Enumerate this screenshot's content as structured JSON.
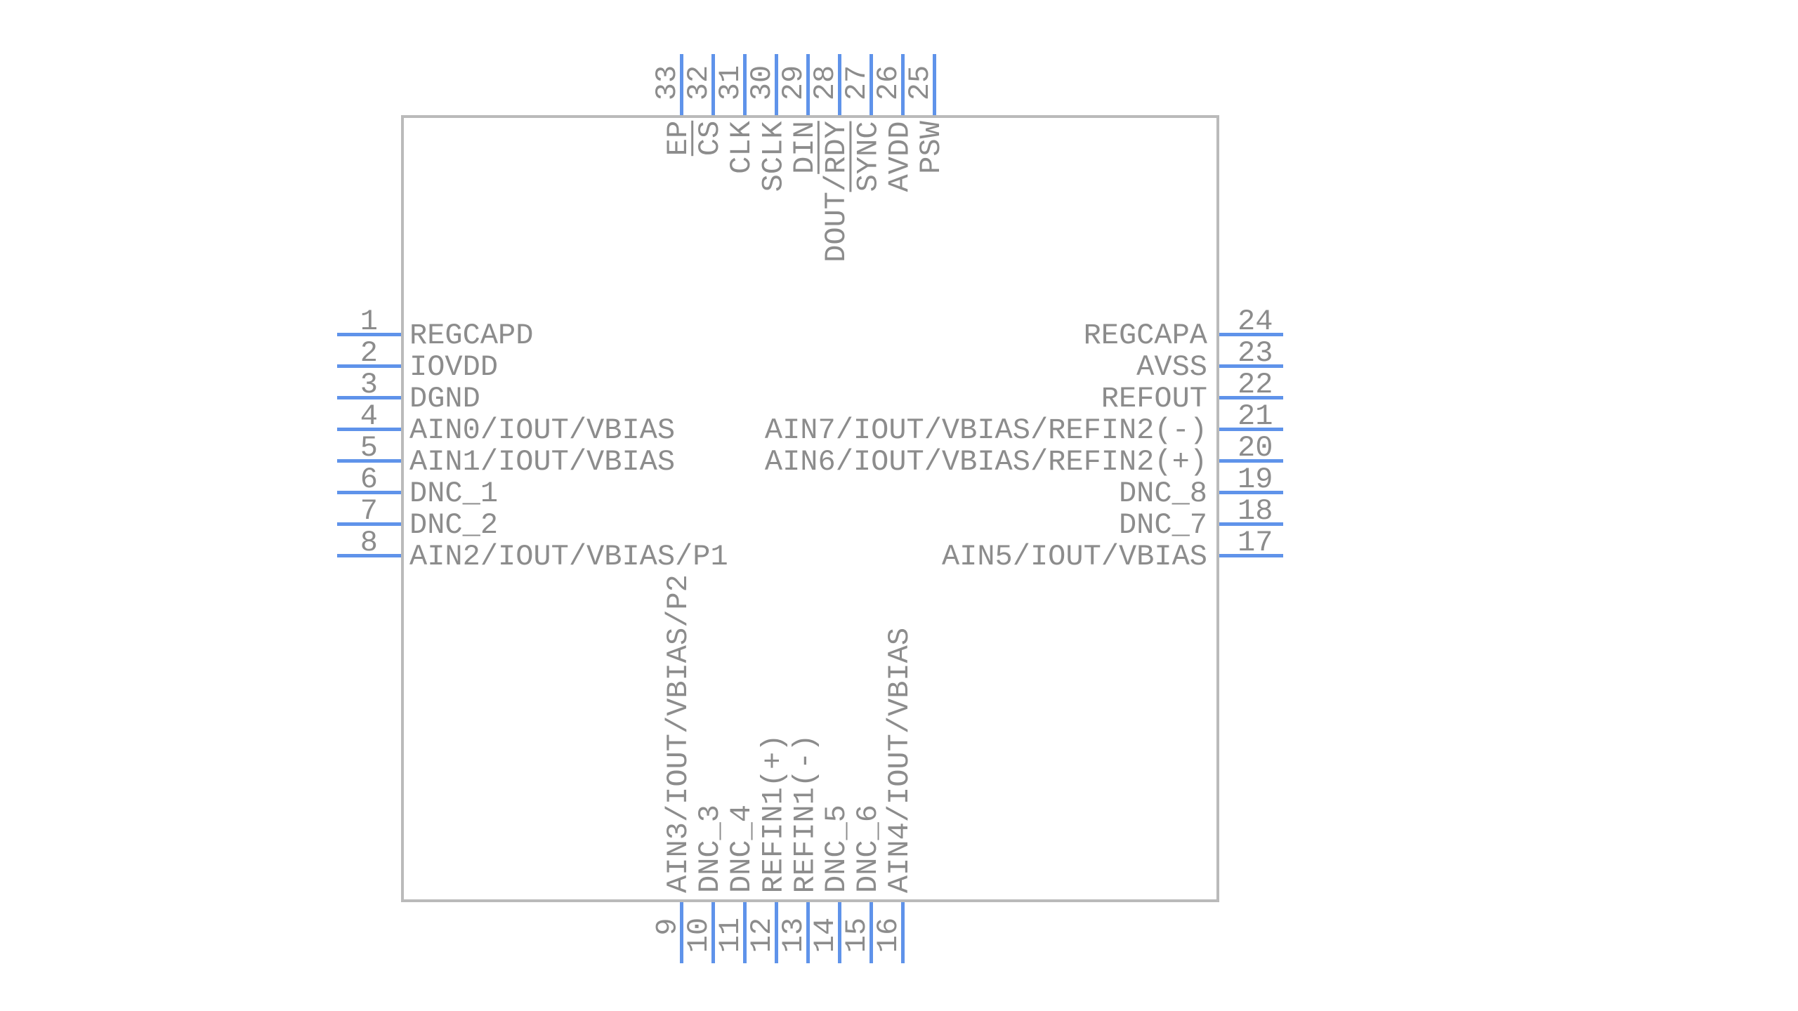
{
  "colors": {
    "background": "#ffffff",
    "pin_line": "#5f93ea",
    "body_outline": "#bababa",
    "text": "#8c8c8c"
  },
  "symbol": {
    "pins": {
      "left": [
        {
          "number": "1",
          "label": "REGCAPD"
        },
        {
          "number": "2",
          "label": "IOVDD"
        },
        {
          "number": "3",
          "label": "DGND"
        },
        {
          "number": "4",
          "label": "AIN0/IOUT/VBIAS"
        },
        {
          "number": "5",
          "label": "AIN1/IOUT/VBIAS"
        },
        {
          "number": "6",
          "label": "DNC_1"
        },
        {
          "number": "7",
          "label": "DNC_2"
        },
        {
          "number": "8",
          "label": "AIN2/IOUT/VBIAS/P1"
        }
      ],
      "right": [
        {
          "number": "24",
          "label": "REGCAPA"
        },
        {
          "number": "23",
          "label": "AVSS"
        },
        {
          "number": "22",
          "label": "REFOUT"
        },
        {
          "number": "21",
          "label": "AIN7/IOUT/VBIAS/REFIN2(-)"
        },
        {
          "number": "20",
          "label": "AIN6/IOUT/VBIAS/REFIN2(+)"
        },
        {
          "number": "19",
          "label": "DNC_8"
        },
        {
          "number": "18",
          "label": "DNC_7"
        },
        {
          "number": "17",
          "label": "AIN5/IOUT/VBIAS"
        }
      ],
      "top": [
        {
          "number": "33",
          "label": "EP"
        },
        {
          "number": "32",
          "label": "CS",
          "segments": [
            {
              "text": "CS",
              "overline": true
            }
          ]
        },
        {
          "number": "31",
          "label": "CLK"
        },
        {
          "number": "30",
          "label": "SCLK"
        },
        {
          "number": "29",
          "label": "DIN"
        },
        {
          "number": "28",
          "label": "DOUT/RDY",
          "segments": [
            {
              "text": "DOUT/",
              "overline": false
            },
            {
              "text": "RDY",
              "overline": true
            }
          ]
        },
        {
          "number": "27",
          "label": "SYNC",
          "segments": [
            {
              "text": "SYNC",
              "overline": true
            }
          ]
        },
        {
          "number": "26",
          "label": "AVDD"
        },
        {
          "number": "25",
          "label": "PSW"
        }
      ],
      "bottom": [
        {
          "number": "9",
          "label": "AIN3/IOUT/VBIAS/P2"
        },
        {
          "number": "10",
          "label": "DNC_3"
        },
        {
          "number": "11",
          "label": "DNC_4"
        },
        {
          "number": "12",
          "label": "REFIN1(+)"
        },
        {
          "number": "13",
          "label": "REFIN1(-)"
        },
        {
          "number": "14",
          "label": "DNC_5"
        },
        {
          "number": "15",
          "label": "DNC_6"
        },
        {
          "number": "16",
          "label": "AIN4/IOUT/VBIAS"
        }
      ]
    }
  }
}
